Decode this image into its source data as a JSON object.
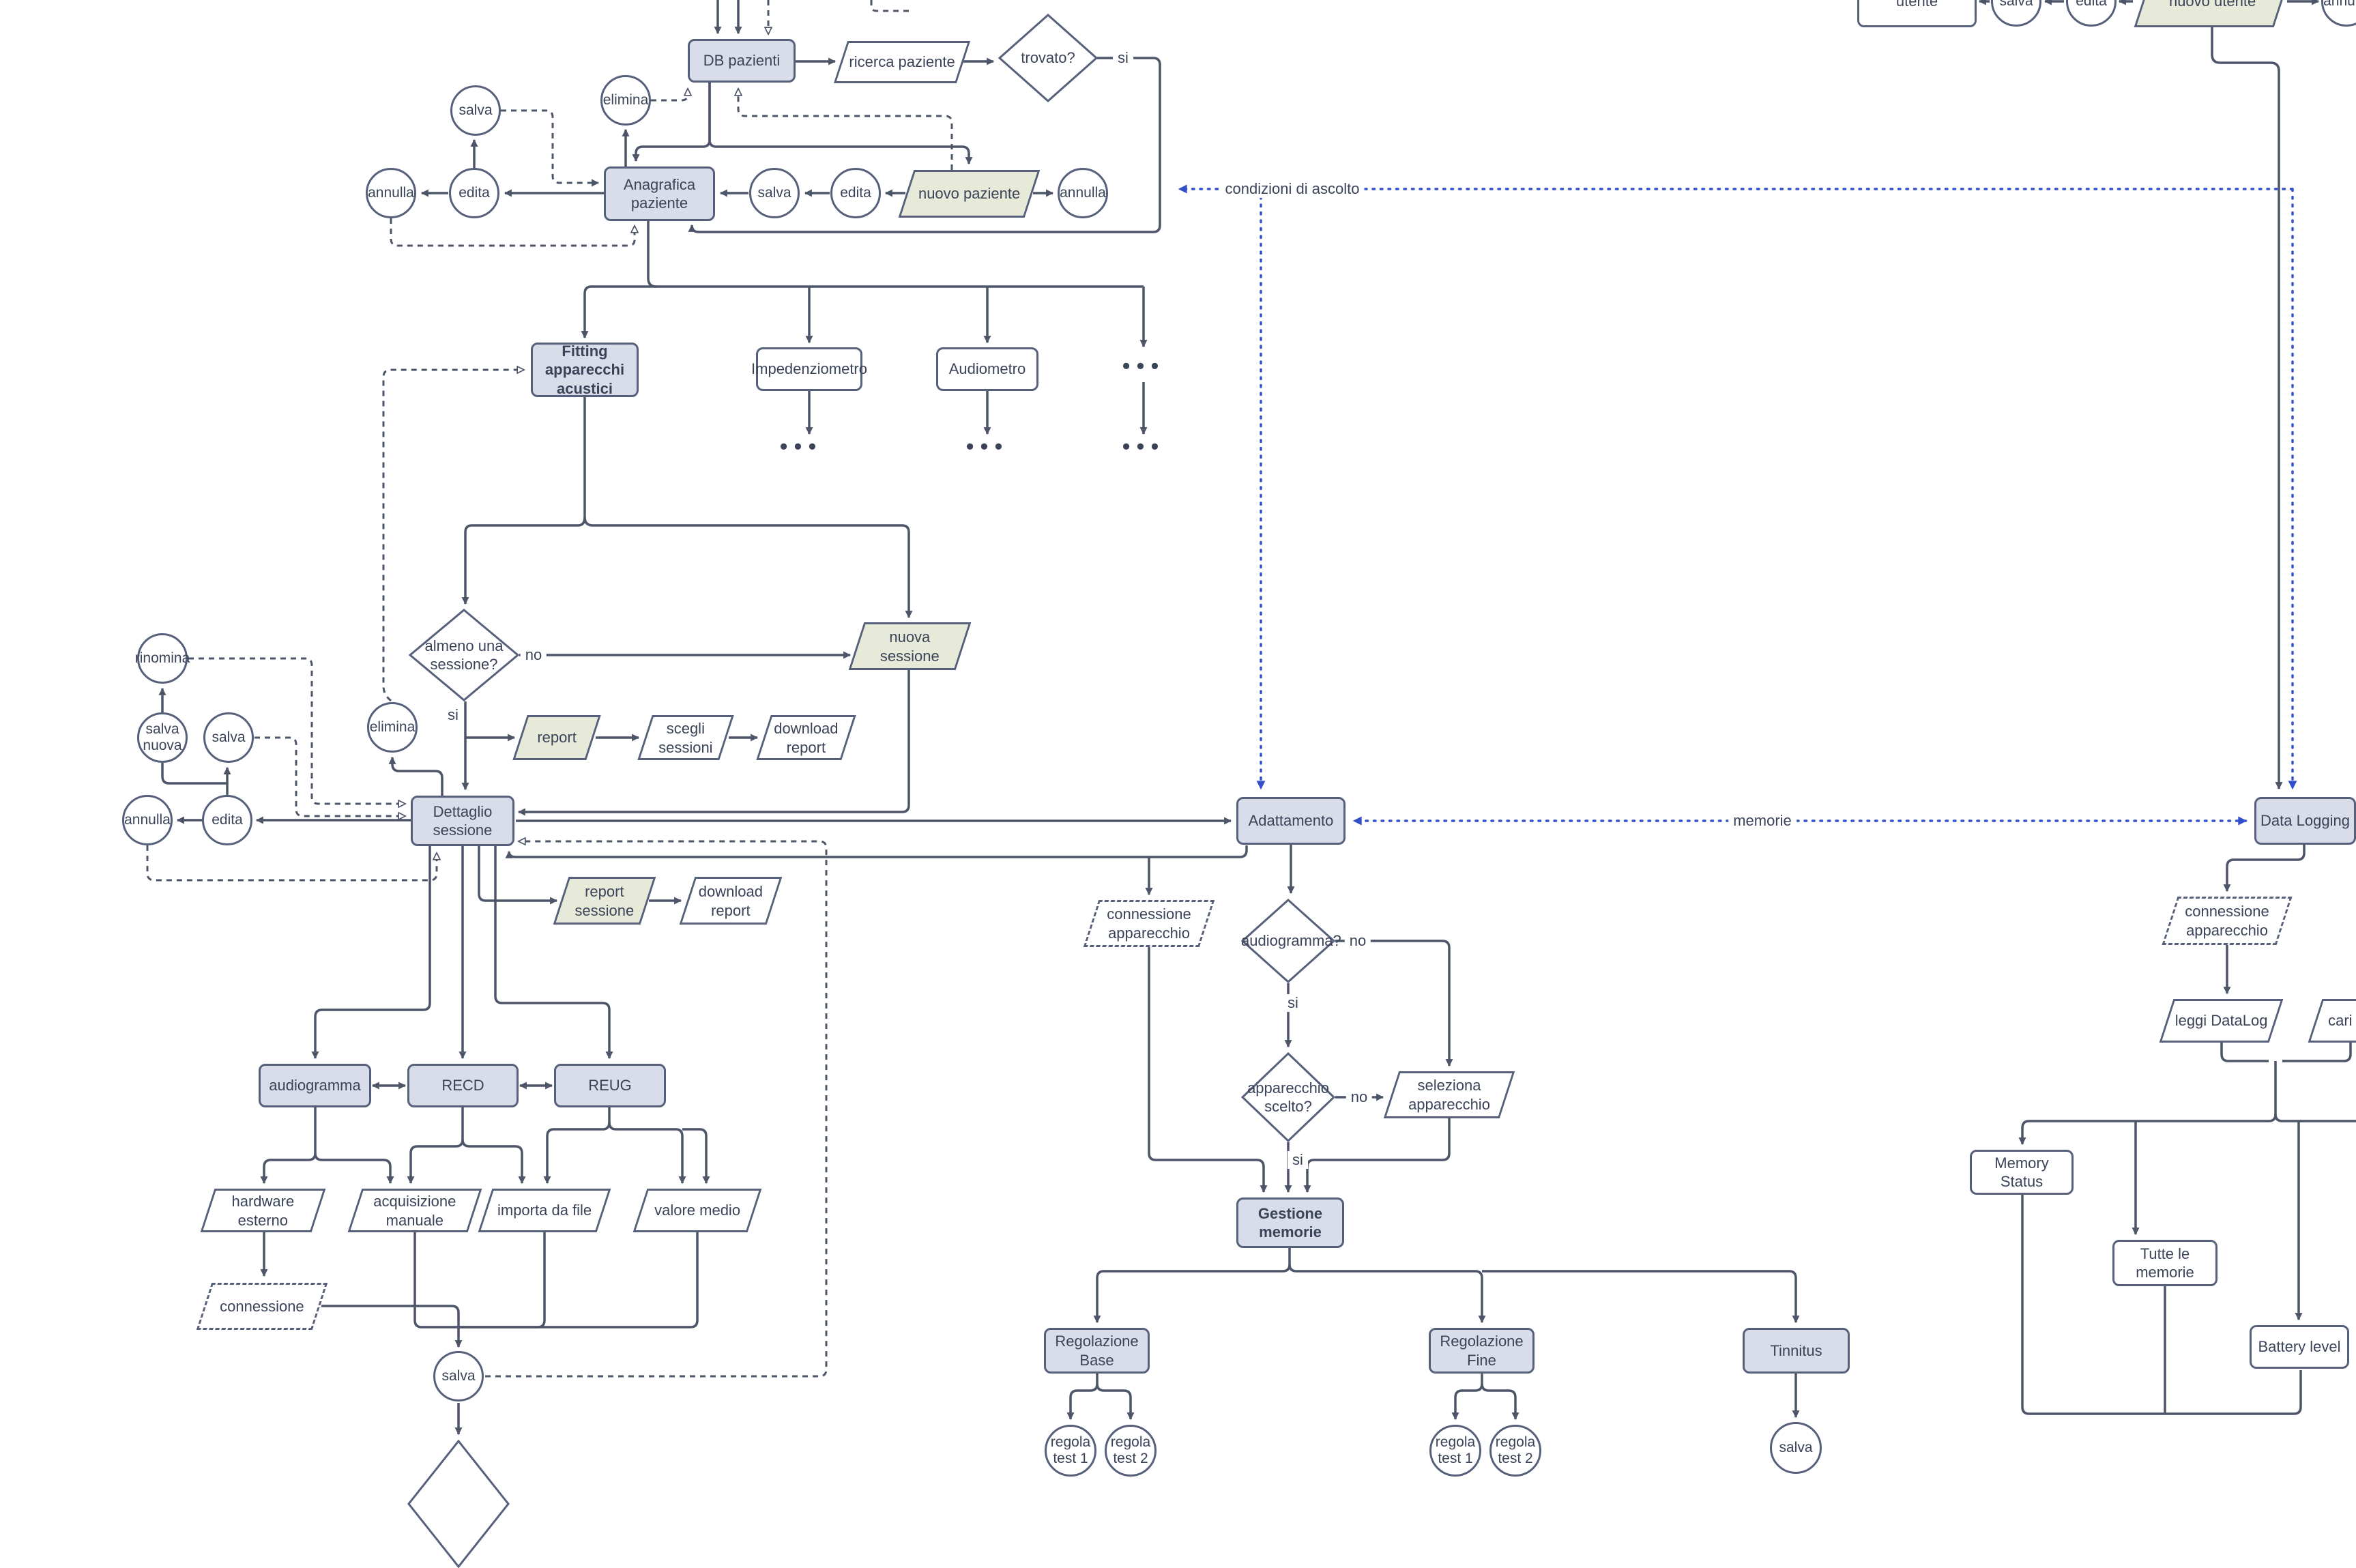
{
  "colors": {
    "shape_fill": "#d8dde9",
    "shape_fill_green": "#e7ead8",
    "shape_border": "#56607a",
    "connector": "#4d5568",
    "connector_blue": "#3350c9",
    "text": "#3a4358",
    "background": "#ffffff"
  },
  "nodes": {
    "db_pazienti": "DB pazienti",
    "ricerca_paziente": "ricerca paziente",
    "trovato": "trovato?",
    "salva_top": "salva",
    "elimina_top": "elimina",
    "annulla_pat_left": "annulla",
    "edita_pat_left": "edita",
    "anagrafica": "Anagrafica paziente",
    "salva_pat": "salva",
    "edita_pat": "edita",
    "nuovo_paziente": "nuovo paziente",
    "annulla_pat": "annulla",
    "utente": "utente",
    "salva_utente": "salva",
    "edita_utente": "edita",
    "nuovo_utente": "nuovo utente",
    "annulla_utente": "annulla",
    "fitting": "Fitting apparecchi acustici",
    "impedenziometro": "Impedenziometro",
    "audiometro": "Audiometro",
    "almeno_sessione": "almeno una sessione?",
    "nuova_sessione": "nuova sessione",
    "rinomina": "rinomina",
    "salva_nuova": "salva nuova",
    "salva_sessione": "salva",
    "elimina_sessione": "elimina",
    "report": "report",
    "scegli_sessioni": "scegli sessioni",
    "download_report": "download report",
    "annulla_sessione": "annulla",
    "edita_sessione": "edita",
    "dettaglio_sessione": "Dettaglio sessione",
    "report_sessione": "report sessione",
    "download_report2": "download report",
    "audiogramma": "audiogramma",
    "recd": "RECD",
    "reug": "REUG",
    "hardware_esterno": "hardware esterno",
    "acquisizione_manuale": "acquisizione manuale",
    "importa_da_file": "importa da file",
    "valore_medio": "valore medio",
    "connessione": "connessione",
    "salva_acquisizione": "salva",
    "adattamento": "Adattamento",
    "connessione_apparecchio": "connessione apparecchio",
    "audiogramma_q": "audiogramma?",
    "apparecchio_scelto": "apparecchio scelto?",
    "seleziona_apparecchio": "seleziona apparecchio",
    "gestione_memorie": "Gestione memorie",
    "regolazione_base": "Regolazione Base",
    "regolazione_fine": "Regolazione Fine",
    "tinnitus": "Tinnitus",
    "regola_test1_base": "regola test 1",
    "regola_test2_base": "regola test 2",
    "regola_test1_fine": "regola test 1",
    "regola_test2_fine": "regola test 2",
    "salva_tinnitus": "salva",
    "data_logging": "Data Logging",
    "connessione_apparecchio2": "connessione apparecchio",
    "leggi_datalog": "leggi DataLog",
    "carica": "cari",
    "memory_status": "Memory Status",
    "tutte_le_memorie": "Tutte le memorie",
    "battery_level": "Battery level"
  },
  "labels": {
    "si_trovato": "si",
    "no_sessione": "no",
    "si_sessione": "si",
    "condizioni_ascolto": "condizioni di ascolto",
    "memorie": "memorie",
    "no_audiogramma": "no",
    "si_audiogramma": "si",
    "no_apparecchio": "no",
    "si_apparecchio": "si",
    "ellipsis": "•••"
  }
}
